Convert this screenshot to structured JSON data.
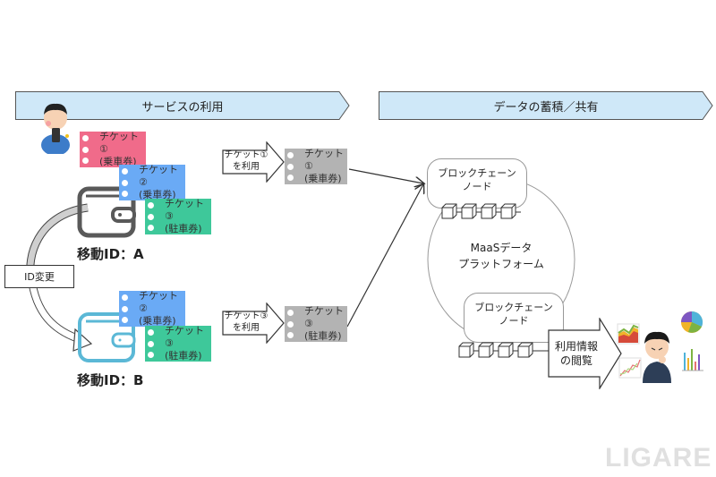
{
  "banners": {
    "left": "サービスの利用",
    "right": "データの蓄積／共有"
  },
  "wallet_a": {
    "id_label": "移動ID：A",
    "tickets": [
      {
        "name": "チケット①",
        "type": "(乗車券)",
        "color": "#f06b8a"
      },
      {
        "name": "チケット②",
        "type": "(乗車券)",
        "color": "#6aaaf5"
      },
      {
        "name": "チケット③",
        "type": "(駐車券)",
        "color": "#3ec89a"
      }
    ]
  },
  "wallet_b": {
    "id_label": "移動ID：B",
    "tickets": [
      {
        "name": "チケット②",
        "type": "(乗車券)",
        "color": "#6aaaf5"
      },
      {
        "name": "チケット③",
        "type": "(駐車券)",
        "color": "#3ec89a"
      }
    ]
  },
  "id_change_label": "ID変更",
  "usage": [
    {
      "arrow_line1": "チケット①",
      "arrow_line2": "を利用",
      "ticket_name": "チケット①",
      "ticket_type": "(乗車券)"
    },
    {
      "arrow_line1": "チケット③",
      "arrow_line2": "を利用",
      "ticket_name": "チケット③",
      "ticket_type": "(駐車券)"
    }
  ],
  "platform": {
    "line1": "MaaSデータ",
    "line2": "プラットフォーム"
  },
  "nodes": [
    {
      "line1": "ブロックチェーン",
      "line2": "ノード"
    },
    {
      "line1": "ブロックチェーン",
      "line2": "ノード"
    }
  ],
  "view_arrow": {
    "line1": "利用情報",
    "line2": "の閲覧"
  },
  "watermark": "LIGARE",
  "colors": {
    "banner_fill": "#cfe8f8",
    "wallet_a": "#595959",
    "wallet_b": "#5bb8d6",
    "ticket_used": "#b3b3b3"
  }
}
